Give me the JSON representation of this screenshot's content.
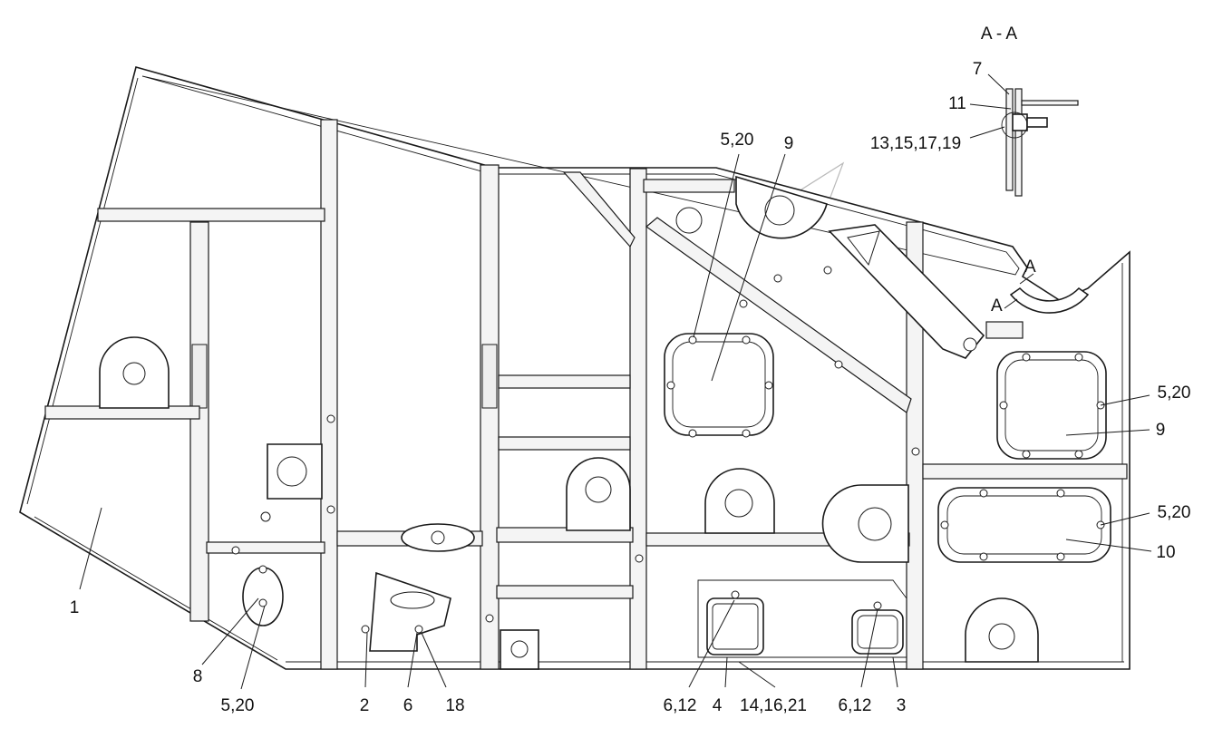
{
  "section_title": "A - A",
  "section_marks": [
    "A",
    "A"
  ],
  "callouts": {
    "c1": "1",
    "c2": "2",
    "c3": "3",
    "c4": "4",
    "c6": "6",
    "c7": "7",
    "c8": "8",
    "c9a": "9",
    "c9b": "9",
    "c10": "10",
    "c11": "11",
    "c18": "18",
    "c5_20_a": "5,20",
    "c5_20_b": "5,20",
    "c5_20_c": "5,20",
    "c5_20_d": "5,20",
    "c6_12_a": "6,12",
    "c6_12_b": "6,12",
    "c13_15_17_19": "13,15,17,19",
    "c14_16_21": "14,16,21"
  }
}
